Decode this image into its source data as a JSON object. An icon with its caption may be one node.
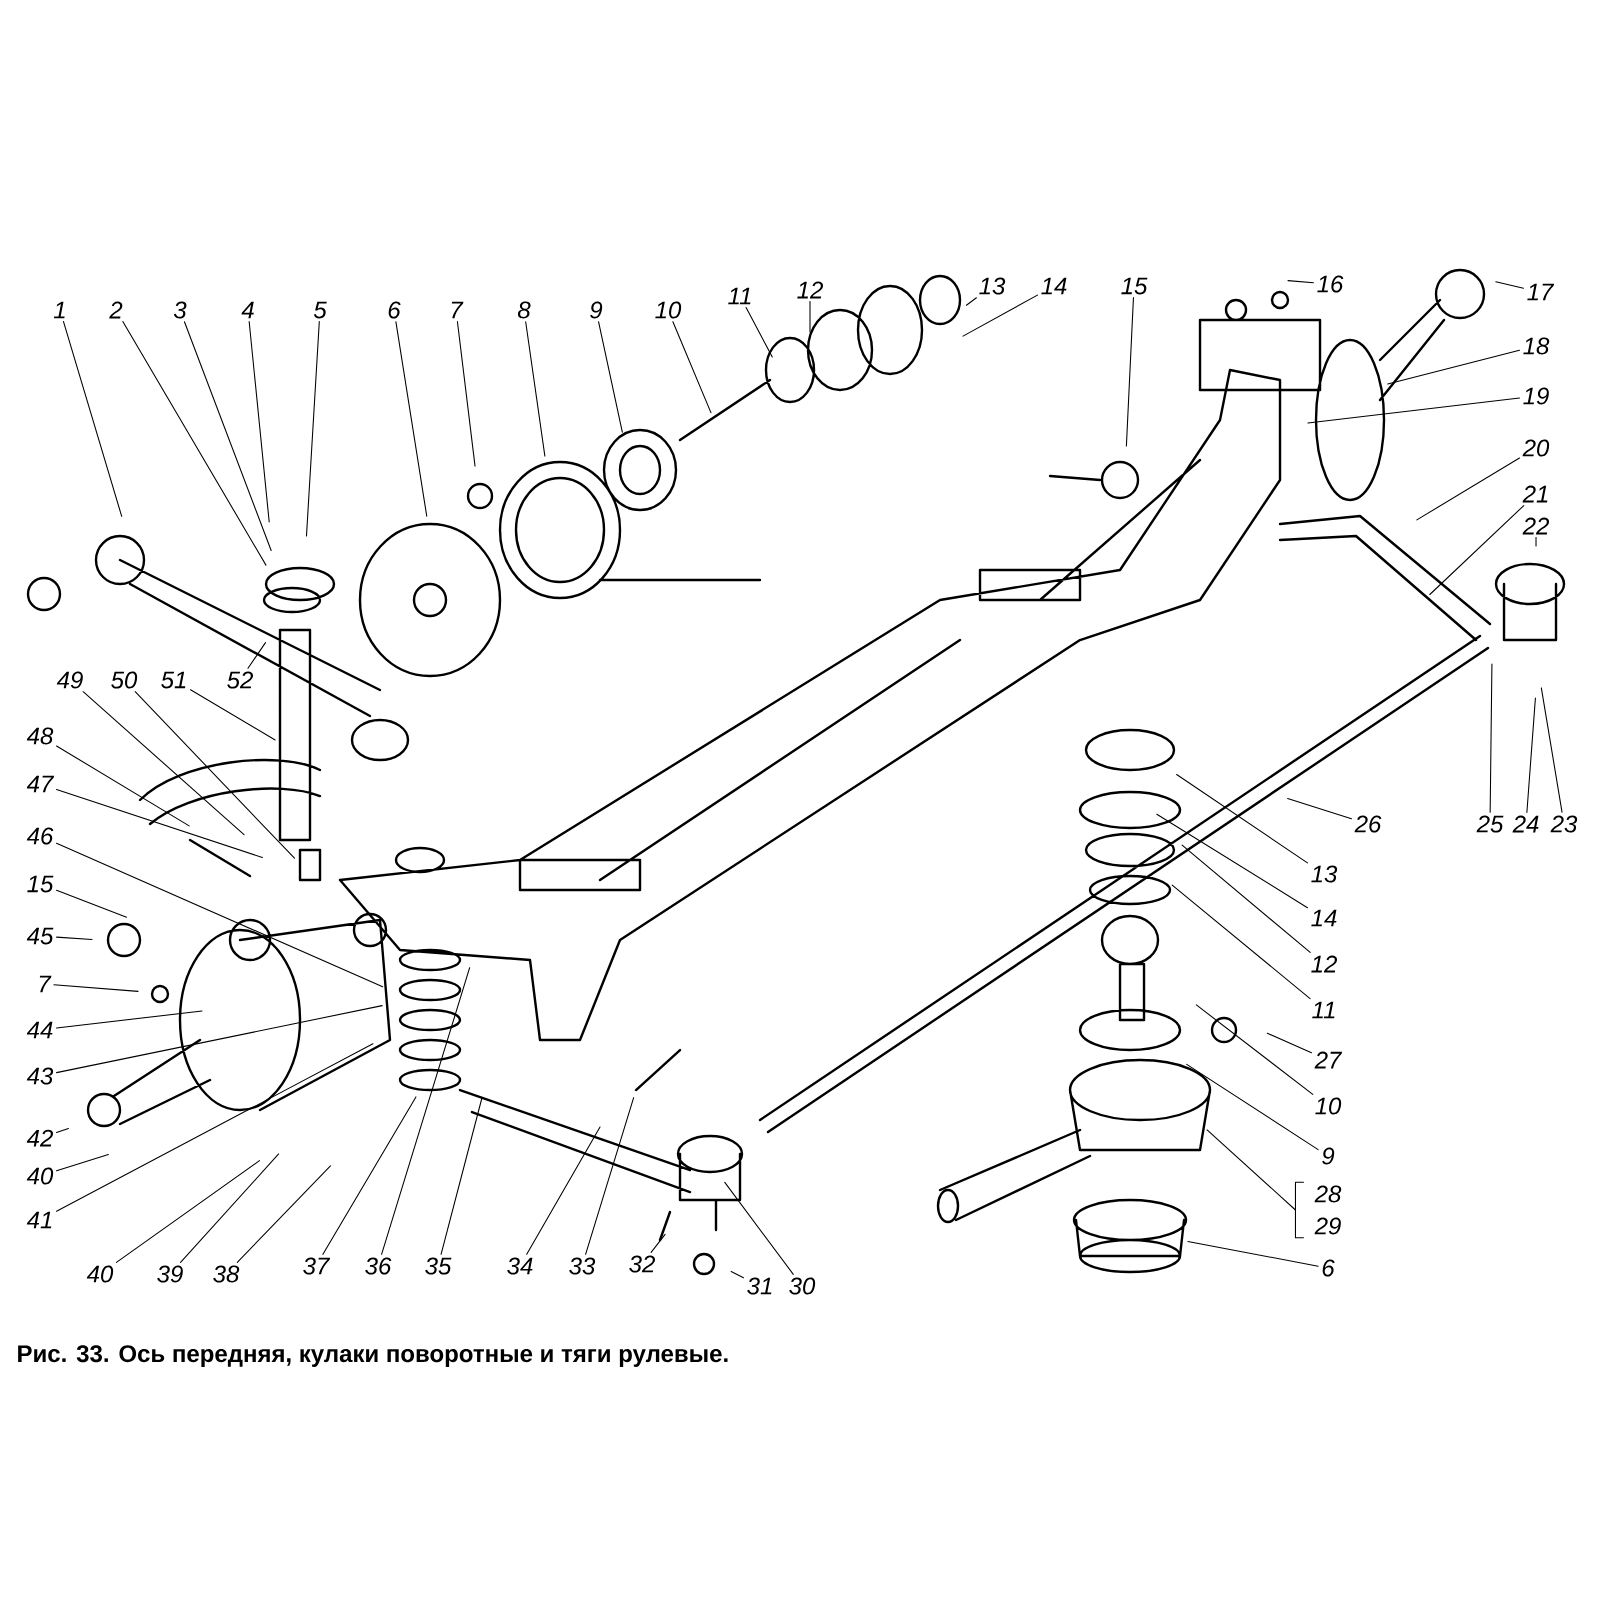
{
  "diagram": {
    "caption": "Рис. 33. Ось передняя, кулаки поворотные и тяги рулевые.",
    "nodes": [
      {
        "text": [
          "1"
        ]
      },
      {
        "text": [
          "2"
        ]
      },
      {
        "text": [
          "3"
        ]
      },
      {
        "text": [
          "4"
        ]
      },
      {
        "text": [
          "5"
        ]
      },
      {
        "text": [
          "6"
        ]
      },
      {
        "text": [
          "7"
        ]
      },
      {
        "text": [
          "8"
        ]
      },
      {
        "text": [
          "9"
        ]
      },
      {
        "text": [
          "10"
        ]
      },
      {
        "text": [
          "11"
        ]
      },
      {
        "text": [
          "12"
        ]
      },
      {
        "text": [
          "13"
        ]
      },
      {
        "text": [
          "14"
        ]
      },
      {
        "text": [
          "15"
        ]
      },
      {
        "text": [
          "16"
        ]
      },
      {
        "text": [
          "17"
        ]
      },
      {
        "text": [
          "18"
        ]
      },
      {
        "text": [
          "19"
        ]
      },
      {
        "text": [
          "20"
        ]
      },
      {
        "text": [
          "21"
        ]
      },
      {
        "text": [
          "22"
        ]
      },
      {
        "text": [
          "23"
        ]
      },
      {
        "text": [
          "24"
        ]
      },
      {
        "text": [
          "25"
        ]
      },
      {
        "text": [
          "26"
        ]
      },
      {
        "text": [
          "13"
        ]
      },
      {
        "text": [
          "14"
        ]
      },
      {
        "text": [
          "12"
        ]
      },
      {
        "text": [
          "11"
        ]
      },
      {
        "text": [
          "27"
        ]
      },
      {
        "text": [
          "10"
        ]
      },
      {
        "text": [
          "9"
        ]
      },
      {
        "text": [
          "28"
        ]
      },
      {
        "text": [
          "29"
        ]
      },
      {
        "text": [
          "6"
        ]
      },
      {
        "text": [
          "30"
        ]
      },
      {
        "text": [
          "31"
        ]
      },
      {
        "text": [
          "32"
        ]
      },
      {
        "text": [
          "33"
        ]
      },
      {
        "text": [
          "34"
        ]
      },
      {
        "text": [
          "35"
        ]
      },
      {
        "text": [
          "36"
        ]
      },
      {
        "text": [
          "37"
        ]
      },
      {
        "text": [
          "38"
        ]
      },
      {
        "text": [
          "39"
        ]
      },
      {
        "text": [
          "40"
        ]
      },
      {
        "text": [
          "41"
        ]
      },
      {
        "text": [
          "40"
        ]
      },
      {
        "text": [
          "42"
        ]
      },
      {
        "text": [
          "43"
        ]
      },
      {
        "text": [
          "44"
        ]
      },
      {
        "text": [
          "7"
        ]
      },
      {
        "text": [
          "45"
        ]
      },
      {
        "text": [
          "15"
        ]
      },
      {
        "text": [
          "46"
        ]
      },
      {
        "text": [
          "47"
        ]
      },
      {
        "text": [
          "48"
        ]
      },
      {
        "text": [
          "49"
        ]
      },
      {
        "text": [
          "50"
        ]
      },
      {
        "text": [
          "51"
        ]
      },
      {
        "text": [
          "52"
        ]
      }
    ],
    "edges": [
      {
        "from": 0,
        "to": null,
        "arrow": "none"
      },
      {
        "from": 1,
        "to": null,
        "arrow": "none"
      },
      {
        "from": 2,
        "to": null,
        "arrow": "none"
      },
      {
        "from": 3,
        "to": null,
        "arrow": "none"
      },
      {
        "from": 4,
        "to": null,
        "arrow": "none"
      },
      {
        "from": 5,
        "to": null,
        "arrow": "none"
      },
      {
        "from": 6,
        "to": null,
        "arrow": "none"
      },
      {
        "from": 7,
        "to": null,
        "arrow": "none"
      },
      {
        "from": 8,
        "to": null,
        "arrow": "none"
      },
      {
        "from": 9,
        "to": null,
        "arrow": "none"
      },
      {
        "from": 10,
        "to": null,
        "arrow": "none"
      },
      {
        "from": 11,
        "to": null,
        "arrow": "none"
      },
      {
        "from": 12,
        "to": null,
        "arrow": "none"
      },
      {
        "from": 13,
        "to": null,
        "arrow": "none"
      },
      {
        "from": 14,
        "to": null,
        "arrow": "none"
      },
      {
        "from": 15,
        "to": null,
        "arrow": "none"
      },
      {
        "from": 16,
        "to": null,
        "arrow": "none"
      },
      {
        "from": 17,
        "to": null,
        "arrow": "none"
      },
      {
        "from": 18,
        "to": null,
        "arrow": "none"
      },
      {
        "from": 19,
        "to": null,
        "arrow": "none"
      },
      {
        "from": 20,
        "to": null,
        "arrow": "none"
      },
      {
        "from": 21,
        "to": null,
        "arrow": "none"
      },
      {
        "from": 22,
        "to": null,
        "arrow": "none"
      },
      {
        "from": 23,
        "to": null,
        "arrow": "none"
      },
      {
        "from": 24,
        "to": null,
        "arrow": "none"
      },
      {
        "from": 25,
        "to": null,
        "arrow": "none"
      },
      {
        "from": 26,
        "to": null,
        "arrow": "none"
      },
      {
        "from": 27,
        "to": null,
        "arrow": "none"
      },
      {
        "from": 28,
        "to": null,
        "arrow": "none"
      },
      {
        "from": 29,
        "to": null,
        "arrow": "none"
      },
      {
        "from": 30,
        "to": null,
        "arrow": "none"
      },
      {
        "from": 31,
        "to": null,
        "arrow": "none"
      },
      {
        "from": 32,
        "to": null,
        "arrow": "none"
      },
      {
        "from": 33,
        "to": null,
        "arrow": "none"
      },
      {
        "from": 34,
        "to": null,
        "arrow": "none"
      },
      {
        "from": 35,
        "to": null,
        "arrow": "none"
      },
      {
        "from": 36,
        "to": null,
        "arrow": "none"
      },
      {
        "from": 37,
        "to": null,
        "arrow": "none"
      },
      {
        "from": 38,
        "to": null,
        "arrow": "none"
      },
      {
        "from": 39,
        "to": null,
        "arrow": "none"
      },
      {
        "from": 40,
        "to": null,
        "arrow": "none"
      },
      {
        "from": 41,
        "to": null,
        "arrow": "none"
      },
      {
        "from": 42,
        "to": null,
        "arrow": "none"
      },
      {
        "from": 43,
        "to": null,
        "arrow": "none"
      },
      {
        "from": 44,
        "to": null,
        "arrow": "none"
      },
      {
        "from": 45,
        "to": null,
        "arrow": "none"
      },
      {
        "from": 46,
        "to": null,
        "arrow": "none"
      },
      {
        "from": 47,
        "to": null,
        "arrow": "none"
      },
      {
        "from": 48,
        "to": null,
        "arrow": "none"
      },
      {
        "from": 49,
        "to": null,
        "arrow": "none"
      },
      {
        "from": 50,
        "to": null,
        "arrow": "none"
      },
      {
        "from": 51,
        "to": null,
        "arrow": "none"
      },
      {
        "from": 52,
        "to": null,
        "arrow": "none"
      },
      {
        "from": 53,
        "to": null,
        "arrow": "none"
      },
      {
        "from": 54,
        "to": null,
        "arrow": "none"
      },
      {
        "from": 55,
        "to": null,
        "arrow": "none"
      },
      {
        "from": 56,
        "to": null,
        "arrow": "none"
      },
      {
        "from": 57,
        "to": null,
        "arrow": "none"
      },
      {
        "from": 58,
        "to": null,
        "arrow": "none"
      },
      {
        "from": 59,
        "to": null,
        "arrow": "none"
      },
      {
        "from": 60,
        "to": null,
        "arrow": "none"
      },
      {
        "from": 61,
        "to": null,
        "arrow": "none"
      }
    ]
  }
}
